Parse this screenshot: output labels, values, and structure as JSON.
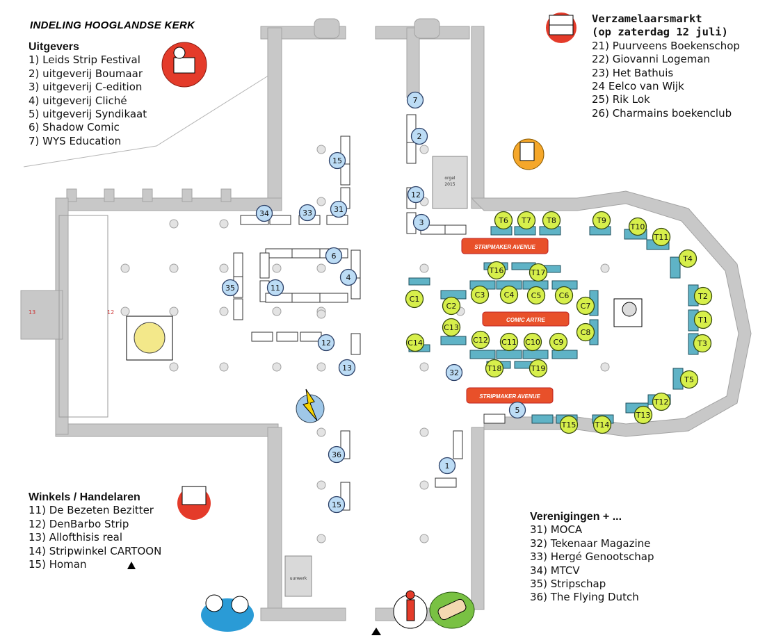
{
  "title": "INDELING HOOGLANDSE KERK",
  "legends": {
    "uitgevers": {
      "heading": "Uitgevers",
      "items": [
        "1) Leids Strip Festival",
        "2) uitgeverij Boumaar",
        "3) uitgeverij C-edition",
        "4) uitgeverij Cliché",
        "5) uitgeverij Syndikaat",
        "6) Shadow Comic",
        "7) WYS Education"
      ]
    },
    "verzamelaarsmarkt": {
      "heading": "Verzamelaarsmarkt",
      "subheading": "(op zaterdag 12 juli)",
      "items": [
        "21) Puurveens Boekenschop",
        "22) Giovanni Logeman",
        "23) Het Bathuis",
        "24 Eelco van Wijk",
        "25) Rik Lok",
        "26) Charmains boekenclub"
      ]
    },
    "winkels": {
      "heading": "Winkels / Handelaren",
      "items": [
        "11) De Bezeten Bezitter",
        "12) DenBarbo Strip",
        "13) Allofthisis real",
        "14) Stripwinkel CARTOON",
        "15) Homan"
      ]
    },
    "verenigingen": {
      "heading": "Verenigingen + ...",
      "items": [
        "31) MOCA",
        "32) Tekenaar Magazine",
        "33) Hergé Genootschap",
        "34) MTCV",
        "35) Stripschap",
        "36) The Flying Dutch"
      ]
    }
  },
  "banners": {
    "top": "STRIPMAKER AVENUE",
    "middle": "COMIC ARTRE",
    "bottom": "STRIPMAKER AVENUE"
  },
  "plan_labels": {
    "organ": "orgel",
    "organ_year": "2015",
    "clock": "uurwerk",
    "left_13": "13",
    "left_12": "12"
  },
  "markers_blue": [
    {
      "label": "7"
    },
    {
      "label": "2"
    },
    {
      "label": "12"
    },
    {
      "label": "3"
    },
    {
      "label": "15"
    },
    {
      "label": "31"
    },
    {
      "label": "33"
    },
    {
      "label": "34"
    },
    {
      "label": "6"
    },
    {
      "label": "4"
    },
    {
      "label": "35"
    },
    {
      "label": "11"
    },
    {
      "label": "12"
    },
    {
      "label": "13"
    },
    {
      "label": "32"
    },
    {
      "label": "5"
    },
    {
      "label": "1"
    },
    {
      "label": "36"
    },
    {
      "label": "15"
    }
  ],
  "markers_green": [
    {
      "label": "T6"
    },
    {
      "label": "T7"
    },
    {
      "label": "T8"
    },
    {
      "label": "T9"
    },
    {
      "label": "T10"
    },
    {
      "label": "T11"
    },
    {
      "label": "T4"
    },
    {
      "label": "T2"
    },
    {
      "label": "T1"
    },
    {
      "label": "T3"
    },
    {
      "label": "T5"
    },
    {
      "label": "T12"
    },
    {
      "label": "T13"
    },
    {
      "label": "T14"
    },
    {
      "label": "T15"
    },
    {
      "label": "T16"
    },
    {
      "label": "T17"
    },
    {
      "label": "T18"
    },
    {
      "label": "T19"
    },
    {
      "label": "C1"
    },
    {
      "label": "C2"
    },
    {
      "label": "C3"
    },
    {
      "label": "C4"
    },
    {
      "label": "C5"
    },
    {
      "label": "C6"
    },
    {
      "label": "C7"
    },
    {
      "label": "C8"
    },
    {
      "label": "C9"
    },
    {
      "label": "C10"
    },
    {
      "label": "C11"
    },
    {
      "label": "C12"
    },
    {
      "label": "C13"
    },
    {
      "label": "C14"
    }
  ],
  "colors": {
    "wall": "#c8c8c8",
    "wallEdge": "#a9a9a9",
    "marker_blue": "#bcdcf5",
    "marker_blue_stroke": "#2b3f66",
    "marker_green": "#d7ef4b",
    "marker_green_stroke": "#36490e",
    "banner": "#e8502a",
    "table": "#5fb3c6",
    "table_dark": "#101010"
  },
  "icons": [
    "reader-mascot-icon",
    "books-icon",
    "coffee-mascot-icon",
    "drawing-mascot-icon",
    "kids-group-icon",
    "lightning-icon",
    "info-icon",
    "bandage-icon",
    "mascots-icon",
    "north-arrow-icon"
  ]
}
